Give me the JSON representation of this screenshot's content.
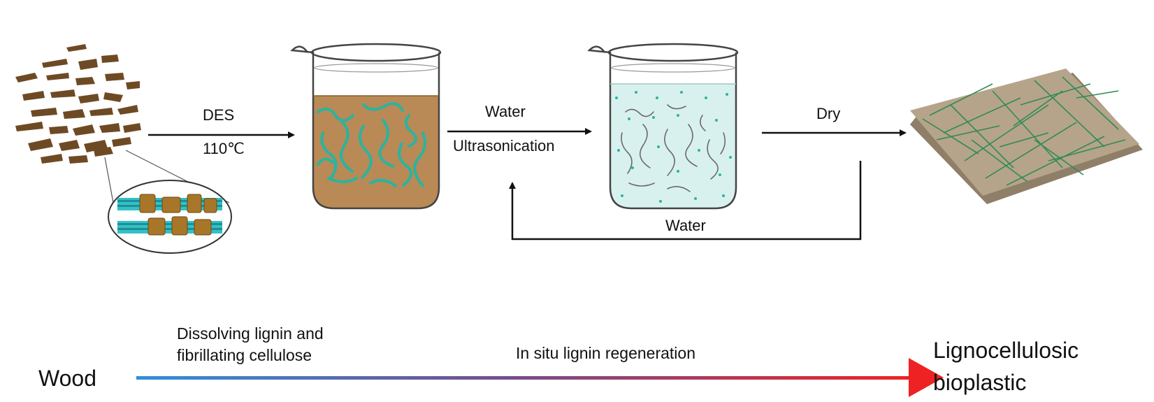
{
  "steps": {
    "des_label": "DES",
    "temp_label": "110℃",
    "water_label": "Water",
    "ultra_label": "Ultrasonication",
    "dry_label": "Dry",
    "recycle_label": "Water"
  },
  "timeline": {
    "start_label": "Wood",
    "stage1_line1": "Dissolving lignin and",
    "stage1_line2": "fibrillating cellulose",
    "stage2_label": "In situ lignin regeneration",
    "end_line1": "Lignocellulosic",
    "end_line2": "bioplastic"
  },
  "colors": {
    "wood": "#6e4a24",
    "slurry": "#b98a55",
    "fiber": "#2bb3a0",
    "water": "#d9f1ee",
    "sheet": "#b5a48a",
    "gradient_start": "#2f8fdc",
    "gradient_end": "#ee2222"
  }
}
